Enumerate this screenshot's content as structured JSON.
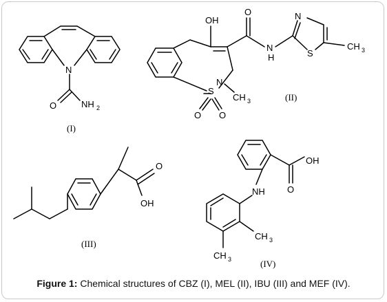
{
  "figure": {
    "caption_label": "Figure 1:",
    "caption_text": " Chemical structures of CBZ (I), MEL (II), IBU (III) and MEF (IV).",
    "compound_labels": {
      "I": "(I)",
      "II": "(II)",
      "III": "(III)",
      "IV": "(IV)"
    },
    "atoms": {
      "cbz_n": "N",
      "cbz_o": "O",
      "cbz_nh": "NH",
      "cbz_nh_sub": "2",
      "mel_oh": "OH",
      "mel_o": "O",
      "mel_n_amide": "N",
      "mel_h": "H",
      "mel_n_thiazole": "N",
      "mel_s_thiazole": "S",
      "mel_ch3": "CH",
      "mel_ch3_sub": "3",
      "mel_s_ring": "S",
      "mel_n_ring": "N",
      "mel_nch3": "CH",
      "mel_nch3_sub": "3",
      "mel_so_1": "O",
      "mel_so_2": "O",
      "ibu_o": "O",
      "ibu_oh": "OH",
      "mef_oh": "OH",
      "mef_o": "O",
      "mef_nh": "NH",
      "mef_ch3_a": "CH",
      "mef_ch3_a_sub": "3",
      "mef_ch3_b": "CH",
      "mef_ch3_b_sub": "3"
    }
  }
}
